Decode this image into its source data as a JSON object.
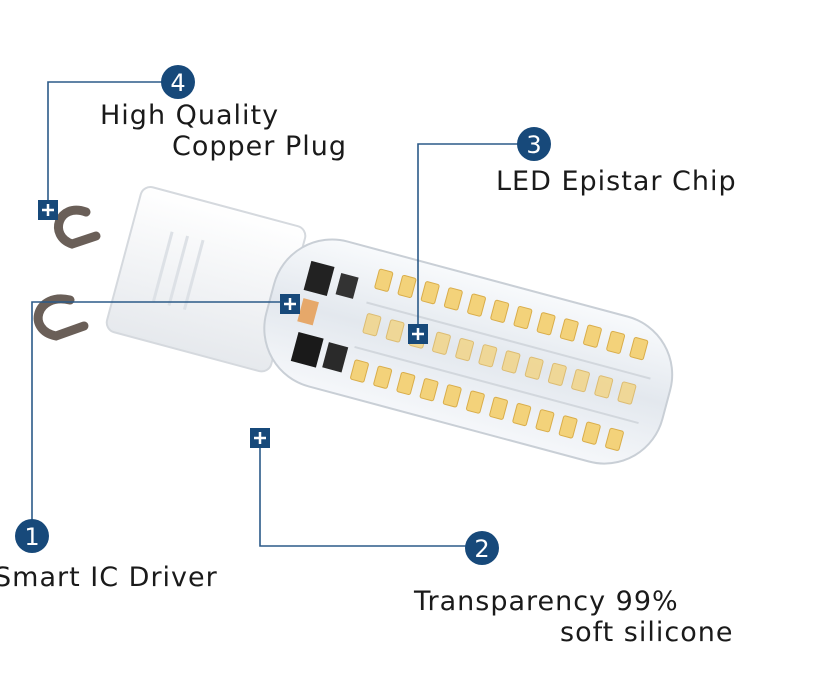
{
  "callouts": [
    {
      "number": "1",
      "lines": [
        "Smart IC Driver"
      ]
    },
    {
      "number": "2",
      "lines": [
        "Transparency 99%",
        "soft silicone"
      ]
    },
    {
      "number": "3",
      "lines": [
        "LED Epistar Chip"
      ]
    },
    {
      "number": "4",
      "lines": [
        "High Quality",
        "Copper Plug"
      ]
    }
  ],
  "colors": {
    "callout_blue": "#17497a",
    "leader_line": "#2b5a88",
    "led_yellow": "#f3d27a",
    "silicone": "#eceff3",
    "pin": "#6a5f58"
  }
}
